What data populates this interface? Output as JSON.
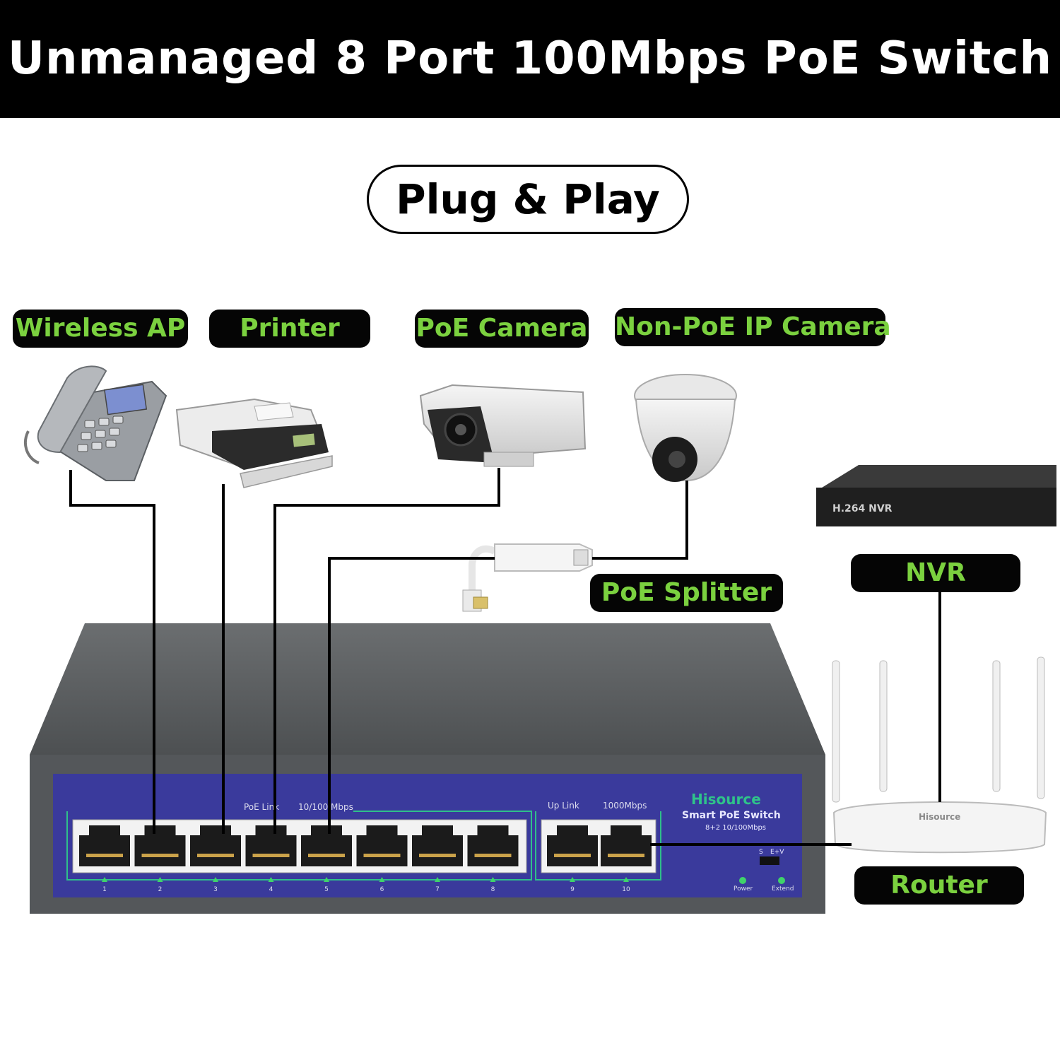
{
  "header": {
    "title": "Unmanaged 8 Port 100Mbps PoE Switch"
  },
  "badge": {
    "text": "Plug & Play"
  },
  "labels": {
    "wireless_ap": "Wireless AP",
    "printer": "Printer",
    "poe_camera": "PoE Camera",
    "non_poe_camera": "Non-PoE IP Camera",
    "poe_splitter": "PoE Splitter",
    "nvr": "NVR",
    "router": "Router"
  },
  "switch": {
    "brand": "Hisource",
    "model": "Smart PoE Switch",
    "spec": "8+2 10/100Mbps",
    "poe_link": "PoE Link",
    "speed_label": "10/100 Mbps",
    "uplink_label": "Up Link",
    "uplink_speed": "1000Mbps",
    "ports": [
      "1",
      "2",
      "3",
      "4",
      "5",
      "6",
      "7",
      "8"
    ],
    "uplink_ports": [
      "9",
      "10"
    ],
    "mode_labels": [
      "S",
      "E+V"
    ],
    "power_label": "Power",
    "extend_label": "Extend"
  },
  "nvr_device": {
    "text": "H.264 NVR"
  },
  "router_device": {
    "brand": "Hisource"
  },
  "colors": {
    "accent_green": "#7bd13f",
    "switch_panel": "#3a3a9c",
    "switch_body": "#5f6263"
  }
}
